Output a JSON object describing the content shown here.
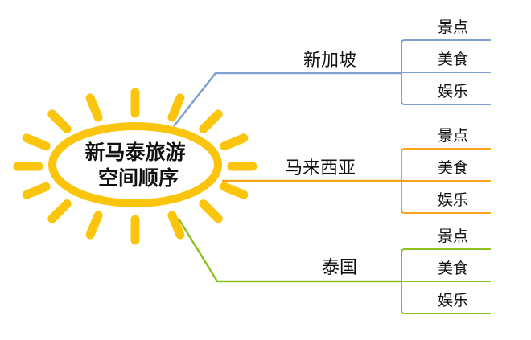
{
  "center": {
    "line1": "新马泰旅游",
    "line2": "空间顺序",
    "color": "#fcc50d"
  },
  "branches": [
    {
      "label": "新加坡",
      "color": "#7f9fd0",
      "items": [
        "景点",
        "美食",
        "娱乐"
      ]
    },
    {
      "label": "马来西亚",
      "color": "#f5a31a",
      "items": [
        "景点",
        "美食",
        "娱乐"
      ]
    },
    {
      "label": "泰国",
      "color": "#8dc21f",
      "items": [
        "景点",
        "美食",
        "娱乐"
      ]
    }
  ]
}
